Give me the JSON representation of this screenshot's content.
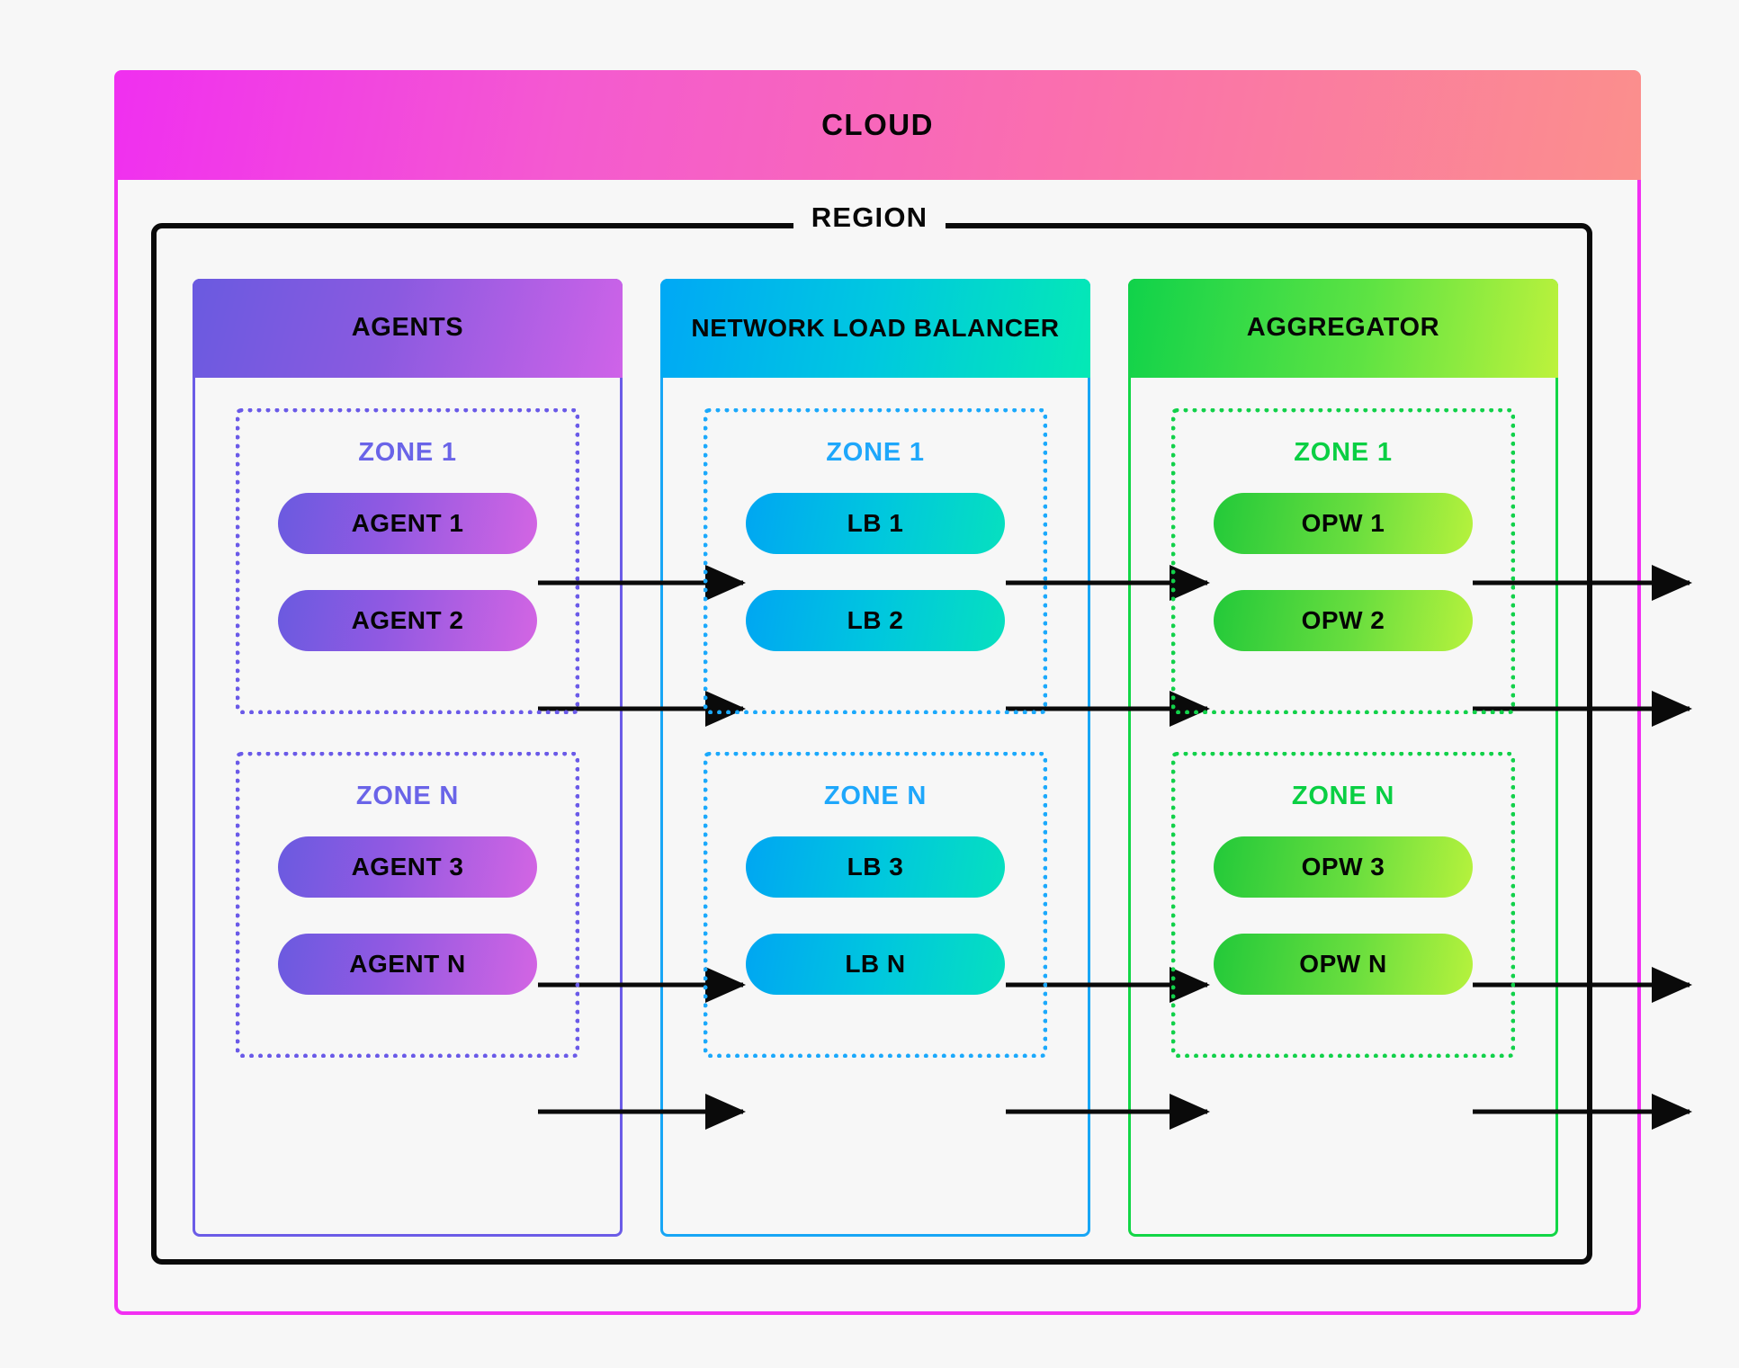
{
  "diagram": {
    "cloud": {
      "title": "CLOUD",
      "border_color": "#f22ff2"
    },
    "region": {
      "title": "REGION",
      "border_color": "#0a0a0a"
    },
    "columns": [
      {
        "id": "agents",
        "title": "AGENTS",
        "accent": "#6a5ae8",
        "header_gradient_from": "#6a5ae0",
        "header_gradient_to": "#cf63e8",
        "zones": [
          {
            "title": "ZONE 1",
            "nodes": [
              {
                "label": "AGENT 1"
              },
              {
                "label": "AGENT 2"
              }
            ]
          },
          {
            "title": "ZONE N",
            "nodes": [
              {
                "label": "AGENT 3"
              },
              {
                "label": "AGENT N"
              }
            ]
          }
        ]
      },
      {
        "id": "nlb",
        "title": "NETWORK LOAD BALANCER",
        "accent": "#1ba9fc",
        "header_gradient_from": "#00a8f5",
        "header_gradient_to": "#04e9b5",
        "zones": [
          {
            "title": "ZONE 1",
            "nodes": [
              {
                "label": "LB 1"
              },
              {
                "label": "LB 2"
              }
            ]
          },
          {
            "title": "ZONE N",
            "nodes": [
              {
                "label": "LB 3"
              },
              {
                "label": "LB N"
              }
            ]
          }
        ]
      },
      {
        "id": "aggregator",
        "title": "AGGREGATOR",
        "accent": "#12d14a",
        "header_gradient_from": "#10d24a",
        "header_gradient_to": "#bdf23c",
        "zones": [
          {
            "title": "ZONE  1",
            "nodes": [
              {
                "label": "OPW 1"
              },
              {
                "label": "OPW 2"
              }
            ]
          },
          {
            "title": "ZONE N",
            "nodes": [
              {
                "label": "OPW 3"
              },
              {
                "label": "OPW N"
              }
            ]
          }
        ]
      }
    ],
    "connections": [
      {
        "from": "AGENT 1",
        "to": "LB 1"
      },
      {
        "from": "AGENT 2",
        "to": "LB 2"
      },
      {
        "from": "AGENT 3",
        "to": "LB 3"
      },
      {
        "from": "AGENT N",
        "to": "LB N"
      },
      {
        "from": "LB 1",
        "to": "OPW 1"
      },
      {
        "from": "LB 2",
        "to": "OPW 2"
      },
      {
        "from": "LB 3",
        "to": "OPW 3"
      },
      {
        "from": "LB N",
        "to": "OPW N"
      },
      {
        "from": "OPW 1",
        "to": "external"
      },
      {
        "from": "OPW 2",
        "to": "external"
      },
      {
        "from": "OPW 3",
        "to": "external"
      },
      {
        "from": "OPW N",
        "to": "external"
      }
    ]
  }
}
